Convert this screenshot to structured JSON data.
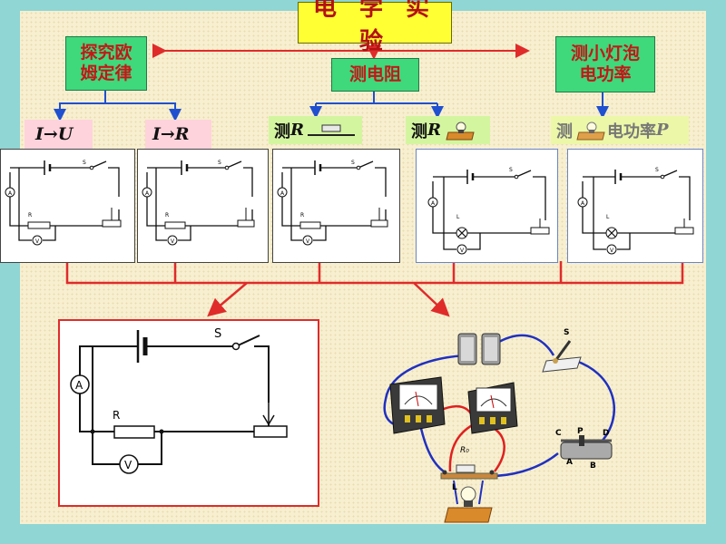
{
  "title": "电 学 实 验",
  "categories": {
    "ohm": "探究欧\n姆定律",
    "resistance": "测电阻",
    "lamp_power": "测小灯泡\n电功率"
  },
  "sub_ohm": {
    "iu": "I→U",
    "ir": "I→R"
  },
  "sub_res": {
    "measure_word": "测",
    "r_symbol": "R"
  },
  "sub_power": {
    "measure_word": "测",
    "power_text": "电功率",
    "p_symbol": "P"
  },
  "circuit_labels": {
    "switch": "S",
    "resistor": "R",
    "lamp": "L",
    "ammeter": "A",
    "voltmeter": "V",
    "rheostat_terminals": [
      "C",
      "P",
      "D",
      "A",
      "B"
    ],
    "r0": "R₀",
    "s_photo": "S",
    "l_photo": "L"
  },
  "colors": {
    "title_bg": "#ffff33",
    "category_bg": "#3fd87b",
    "accent_red": "#c21818",
    "arrow_blue": "#2050d0",
    "bus_red": "#e02b2b"
  }
}
